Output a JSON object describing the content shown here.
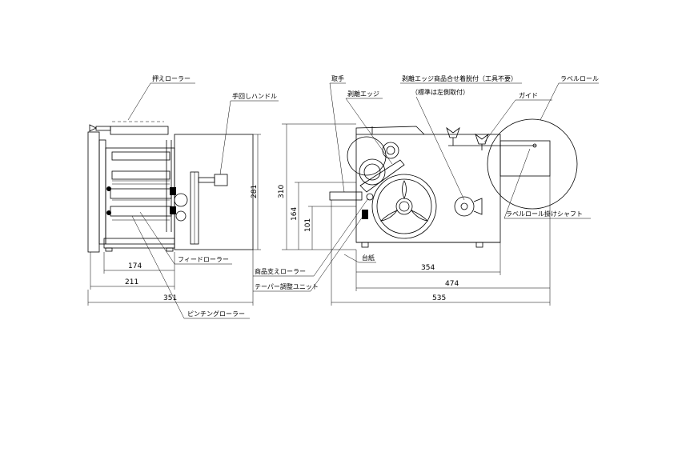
{
  "labels": {
    "press_roller": "押えローラー",
    "hand_crank": "手回しハンドル",
    "feed_roller": "フィードローラー",
    "pinching_roller": "ピンチングローラー",
    "handle": "取手",
    "peel_edge": "剥離エッジ",
    "peel_edge_attachment": "剥離エッジ商品合せ着脱付（工具不要）",
    "standard_left_side": "（標準は左側取付）",
    "label_roll": "ラベルロール",
    "guide": "ガイド",
    "product_support_roller": "商品支えローラー",
    "taper_adjust_unit": "テーパー調整ユニット",
    "base": "台紙",
    "label_roll_shaft": "ラベルロール掛けシャフト"
  },
  "dimensions": {
    "side_width_174": "174",
    "side_width_211": "211",
    "side_width_351": "351",
    "side_height_281": "281",
    "front_height_310": "310",
    "front_height_164": "164",
    "front_height_101": "101",
    "front_width_354": "354",
    "front_width_474": "474",
    "front_width_535": "535"
  }
}
